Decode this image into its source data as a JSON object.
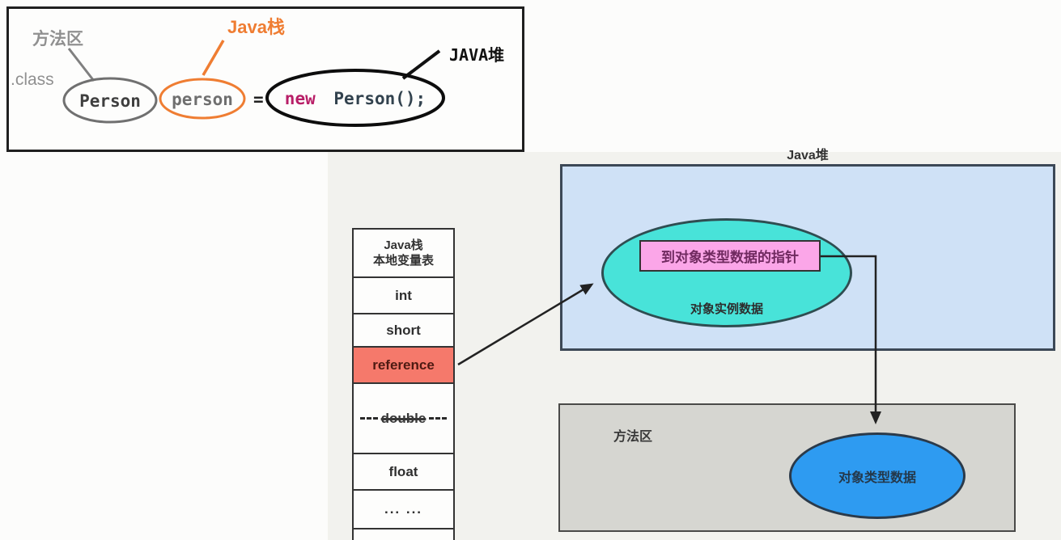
{
  "annotation_box": {
    "method_area_label": "方法区",
    "class_file_label": ".class",
    "stack_label": "Java栈",
    "heap_label": "JAVA堆",
    "class_name": "Person",
    "variable_name": "person",
    "equals_sign": "=",
    "keyword_new": "new",
    "constructor_call": "Person();"
  },
  "local_variable_table": {
    "header_line1": "Java栈",
    "header_line2": "本地变量表",
    "rows": [
      "int",
      "short",
      "reference",
      "double",
      "float",
      "... ..."
    ],
    "highlighted_row": "reference"
  },
  "heap": {
    "title": "Java堆",
    "pointer_box_label": "到对象类型数据的指针",
    "instance_data_label": "对象实例数据"
  },
  "method_area": {
    "title": "方法区",
    "type_data_label": "对象类型数据"
  },
  "colors": {
    "heap_fill": "#cfe1f6",
    "instance_ellipse_fill": "#48e3d9",
    "pointer_box_fill": "#fba6e8",
    "method_area_fill": "#d6d6d1",
    "type_data_ellipse_fill": "#2e9bf1",
    "reference_row_fill": "#f5796b",
    "stack_accent_orange": "#ef7d32",
    "keyword_new_color": "#b81e67"
  }
}
